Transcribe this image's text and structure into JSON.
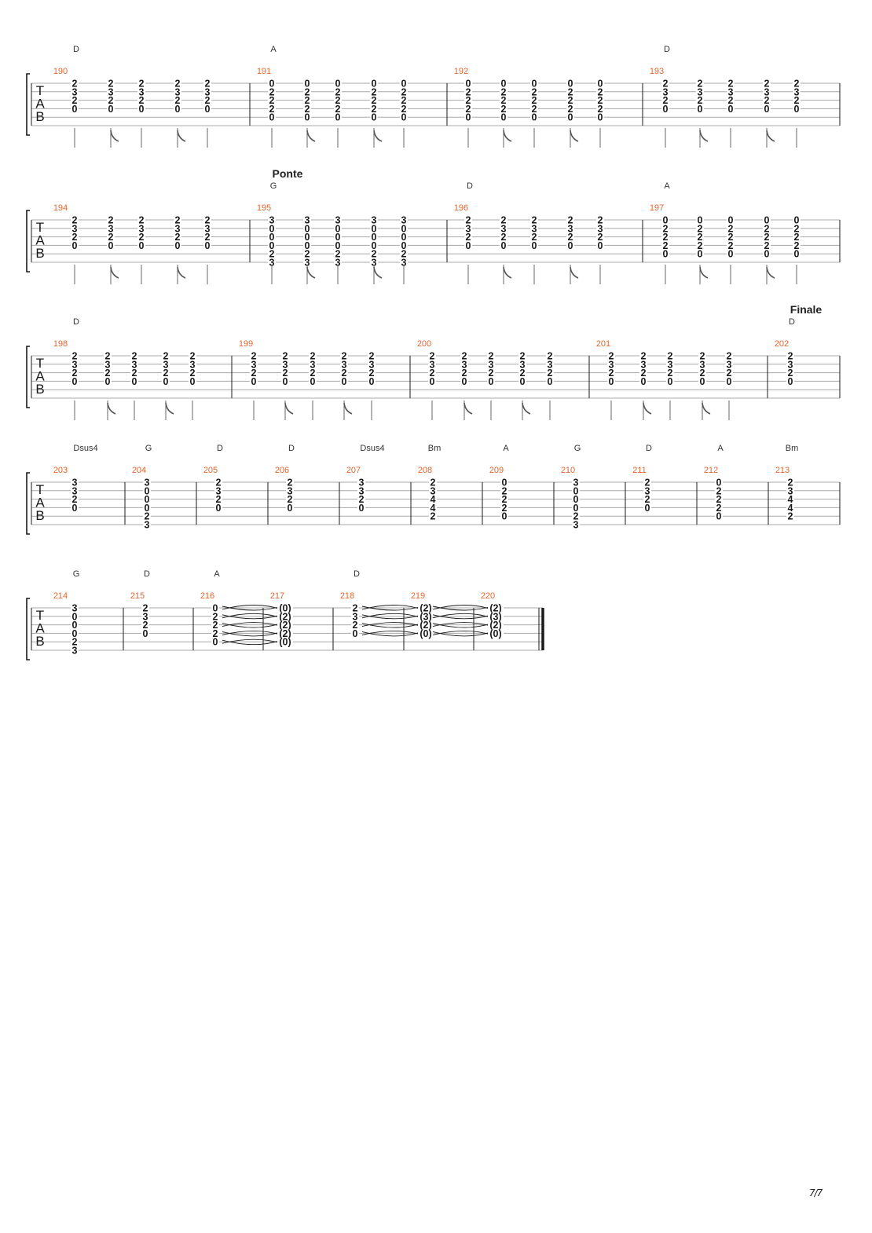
{
  "page": {
    "number": "7/7"
  },
  "systems": [
    {
      "measures": [
        {
          "num": "190",
          "chord": "D",
          "rhythm": "strum",
          "events": [
            [
              "2",
              "3",
              "2",
              "0",
              "",
              ""
            ],
            [
              "2",
              "3",
              "2",
              "0",
              "",
              ""
            ],
            [
              "2",
              "3",
              "2",
              "0",
              "",
              ""
            ],
            [
              "2",
              "3",
              "2",
              "0",
              "",
              ""
            ],
            [
              "2",
              "3",
              "2",
              "0",
              "",
              ""
            ]
          ]
        },
        {
          "num": "191",
          "chord": "A",
          "rhythm": "strum",
          "events": [
            [
              "0",
              "2",
              "2",
              "2",
              "0",
              ""
            ],
            [
              "0",
              "2",
              "2",
              "2",
              "0",
              ""
            ],
            [
              "0",
              "2",
              "2",
              "2",
              "0",
              ""
            ],
            [
              "0",
              "2",
              "2",
              "2",
              "0",
              ""
            ],
            [
              "0",
              "2",
              "2",
              "2",
              "0",
              ""
            ]
          ]
        },
        {
          "num": "192",
          "rhythm": "strum",
          "events": [
            [
              "0",
              "2",
              "2",
              "2",
              "0",
              ""
            ],
            [
              "0",
              "2",
              "2",
              "2",
              "0",
              ""
            ],
            [
              "0",
              "2",
              "2",
              "2",
              "0",
              ""
            ],
            [
              "0",
              "2",
              "2",
              "2",
              "0",
              ""
            ],
            [
              "0",
              "2",
              "2",
              "2",
              "0",
              ""
            ]
          ]
        },
        {
          "num": "193",
          "chord": "D",
          "rhythm": "strum",
          "events": [
            [
              "2",
              "3",
              "2",
              "0",
              "",
              ""
            ],
            [
              "2",
              "3",
              "2",
              "0",
              "",
              ""
            ],
            [
              "2",
              "3",
              "2",
              "0",
              "",
              ""
            ],
            [
              "2",
              "3",
              "2",
              "0",
              "",
              ""
            ],
            [
              "2",
              "3",
              "2",
              "0",
              "",
              ""
            ]
          ]
        }
      ]
    },
    {
      "measures": [
        {
          "num": "194",
          "rhythm": "strum",
          "events": [
            [
              "2",
              "3",
              "2",
              "0",
              "",
              ""
            ],
            [
              "2",
              "3",
              "2",
              "0",
              "",
              ""
            ],
            [
              "2",
              "3",
              "2",
              "0",
              "",
              ""
            ],
            [
              "2",
              "3",
              "2",
              "0",
              "",
              ""
            ],
            [
              "2",
              "3",
              "2",
              "0",
              "",
              ""
            ]
          ]
        },
        {
          "num": "195",
          "chord": "G",
          "section": "Ponte",
          "rhythm": "strum",
          "events": [
            [
              "3",
              "0",
              "0",
              "0",
              "2",
              "3"
            ],
            [
              "3",
              "0",
              "0",
              "0",
              "2",
              "3"
            ],
            [
              "3",
              "0",
              "0",
              "0",
              "2",
              "3"
            ],
            [
              "3",
              "0",
              "0",
              "0",
              "2",
              "3"
            ],
            [
              "3",
              "0",
              "0",
              "0",
              "2",
              "3"
            ]
          ]
        },
        {
          "num": "196",
          "chord": "D",
          "rhythm": "strum",
          "events": [
            [
              "2",
              "3",
              "2",
              "0",
              "",
              ""
            ],
            [
              "2",
              "3",
              "2",
              "0",
              "",
              ""
            ],
            [
              "2",
              "3",
              "2",
              "0",
              "",
              ""
            ],
            [
              "2",
              "3",
              "2",
              "0",
              "",
              ""
            ],
            [
              "2",
              "3",
              "2",
              "0",
              "",
              ""
            ]
          ]
        },
        {
          "num": "197",
          "chord": "A",
          "rhythm": "strum",
          "events": [
            [
              "0",
              "2",
              "2",
              "2",
              "0",
              ""
            ],
            [
              "0",
              "2",
              "2",
              "2",
              "0",
              ""
            ],
            [
              "0",
              "2",
              "2",
              "2",
              "0",
              ""
            ],
            [
              "0",
              "2",
              "2",
              "2",
              "0",
              ""
            ],
            [
              "0",
              "2",
              "2",
              "2",
              "0",
              ""
            ]
          ]
        }
      ]
    },
    {
      "measures": [
        {
          "num": "198",
          "chord": "D",
          "rhythm": "strum",
          "events": [
            [
              "2",
              "3",
              "2",
              "0",
              "",
              ""
            ],
            [
              "2",
              "3",
              "2",
              "0",
              "",
              ""
            ],
            [
              "2",
              "3",
              "2",
              "0",
              "",
              ""
            ],
            [
              "2",
              "3",
              "2",
              "0",
              "",
              ""
            ],
            [
              "2",
              "3",
              "2",
              "0",
              "",
              ""
            ]
          ]
        },
        {
          "num": "199",
          "rhythm": "strum",
          "events": [
            [
              "2",
              "3",
              "2",
              "0",
              "",
              ""
            ],
            [
              "2",
              "3",
              "2",
              "0",
              "",
              ""
            ],
            [
              "2",
              "3",
              "2",
              "0",
              "",
              ""
            ],
            [
              "2",
              "3",
              "2",
              "0",
              "",
              ""
            ],
            [
              "2",
              "3",
              "2",
              "0",
              "",
              ""
            ]
          ]
        },
        {
          "num": "200",
          "rhythm": "strum",
          "events": [
            [
              "2",
              "3",
              "2",
              "0",
              "",
              ""
            ],
            [
              "2",
              "3",
              "2",
              "0",
              "",
              ""
            ],
            [
              "2",
              "3",
              "2",
              "0",
              "",
              ""
            ],
            [
              "2",
              "3",
              "2",
              "0",
              "",
              ""
            ],
            [
              "2",
              "3",
              "2",
              "0",
              "",
              ""
            ]
          ]
        },
        {
          "num": "201",
          "rhythm": "strum",
          "events": [
            [
              "2",
              "3",
              "2",
              "0",
              "",
              ""
            ],
            [
              "2",
              "3",
              "2",
              "0",
              "",
              ""
            ],
            [
              "2",
              "3",
              "2",
              "0",
              "",
              ""
            ],
            [
              "2",
              "3",
              "2",
              "0",
              "",
              ""
            ],
            [
              "2",
              "3",
              "2",
              "0",
              "",
              ""
            ]
          ]
        },
        {
          "num": "202",
          "chord": "D",
          "section": "Finale",
          "rhythm": "none",
          "events": [
            [
              "2",
              "3",
              "2",
              "0",
              "",
              ""
            ]
          ]
        }
      ]
    },
    {
      "measures": [
        {
          "num": "203",
          "chord": "Dsus4",
          "rhythm": "none",
          "events": [
            [
              "3",
              "3",
              "2",
              "0",
              "",
              ""
            ]
          ]
        },
        {
          "num": "204",
          "chord": "G",
          "rhythm": "none",
          "events": [
            [
              "3",
              "0",
              "0",
              "0",
              "2",
              "3"
            ]
          ]
        },
        {
          "num": "205",
          "chord": "D",
          "rhythm": "none",
          "events": [
            [
              "2",
              "3",
              "2",
              "0",
              "",
              ""
            ]
          ]
        },
        {
          "num": "206",
          "chord": "D",
          "rhythm": "none",
          "events": [
            [
              "2",
              "3",
              "2",
              "0",
              "",
              ""
            ]
          ]
        },
        {
          "num": "207",
          "chord": "Dsus4",
          "rhythm": "none",
          "events": [
            [
              "3",
              "3",
              "2",
              "0",
              "",
              ""
            ]
          ]
        },
        {
          "num": "208",
          "chord": "Bm",
          "rhythm": "none",
          "events": [
            [
              "2",
              "3",
              "4",
              "4",
              "2",
              ""
            ]
          ]
        },
        {
          "num": "209",
          "chord": "A",
          "rhythm": "none",
          "events": [
            [
              "0",
              "2",
              "2",
              "2",
              "0",
              ""
            ]
          ]
        },
        {
          "num": "210",
          "chord": "G",
          "rhythm": "none",
          "events": [
            [
              "3",
              "0",
              "0",
              "0",
              "2",
              "3"
            ]
          ]
        },
        {
          "num": "211",
          "chord": "D",
          "rhythm": "none",
          "events": [
            [
              "2",
              "3",
              "2",
              "0",
              "",
              ""
            ]
          ]
        },
        {
          "num": "212",
          "chord": "A",
          "rhythm": "none",
          "events": [
            [
              "0",
              "2",
              "2",
              "2",
              "0",
              ""
            ]
          ]
        },
        {
          "num": "213",
          "chord": "Bm",
          "rhythm": "none",
          "events": [
            [
              "2",
              "3",
              "4",
              "4",
              "2",
              ""
            ]
          ]
        }
      ]
    },
    {
      "measures": [
        {
          "num": "214",
          "chord": "G",
          "rhythm": "none",
          "events": [
            [
              "3",
              "0",
              "0",
              "0",
              "2",
              "3"
            ]
          ]
        },
        {
          "num": "215",
          "chord": "D",
          "rhythm": "none",
          "events": [
            [
              "2",
              "3",
              "2",
              "0",
              "",
              ""
            ]
          ]
        },
        {
          "num": "216",
          "chord": "A",
          "rhythm": "none",
          "tieOut": true,
          "events": [
            [
              "0",
              "2",
              "2",
              "2",
              "0",
              ""
            ]
          ]
        },
        {
          "num": "217",
          "rhythm": "none",
          "events": [
            [
              "(0)",
              "(2)",
              "(2)",
              "(2)",
              "(0)",
              ""
            ]
          ]
        },
        {
          "num": "218",
          "chord": "D",
          "rhythm": "none",
          "tieOut": true,
          "events": [
            [
              "2",
              "3",
              "2",
              "0",
              "",
              ""
            ]
          ]
        },
        {
          "num": "219",
          "rhythm": "none",
          "tieOut": true,
          "events": [
            [
              "(2)",
              "(3)",
              "(2)",
              "(0)",
              "",
              ""
            ]
          ]
        },
        {
          "num": "220",
          "rhythm": "none",
          "final": true,
          "events": [
            [
              "(2)",
              "(3)",
              "(2)",
              "(0)",
              "",
              ""
            ]
          ]
        }
      ]
    }
  ],
  "tab_letters": [
    "T",
    "A",
    "B"
  ],
  "colors": {
    "measure_number": "#e2652f",
    "staff_line": "#a8a8a8",
    "ink": "#1a1a1a"
  }
}
